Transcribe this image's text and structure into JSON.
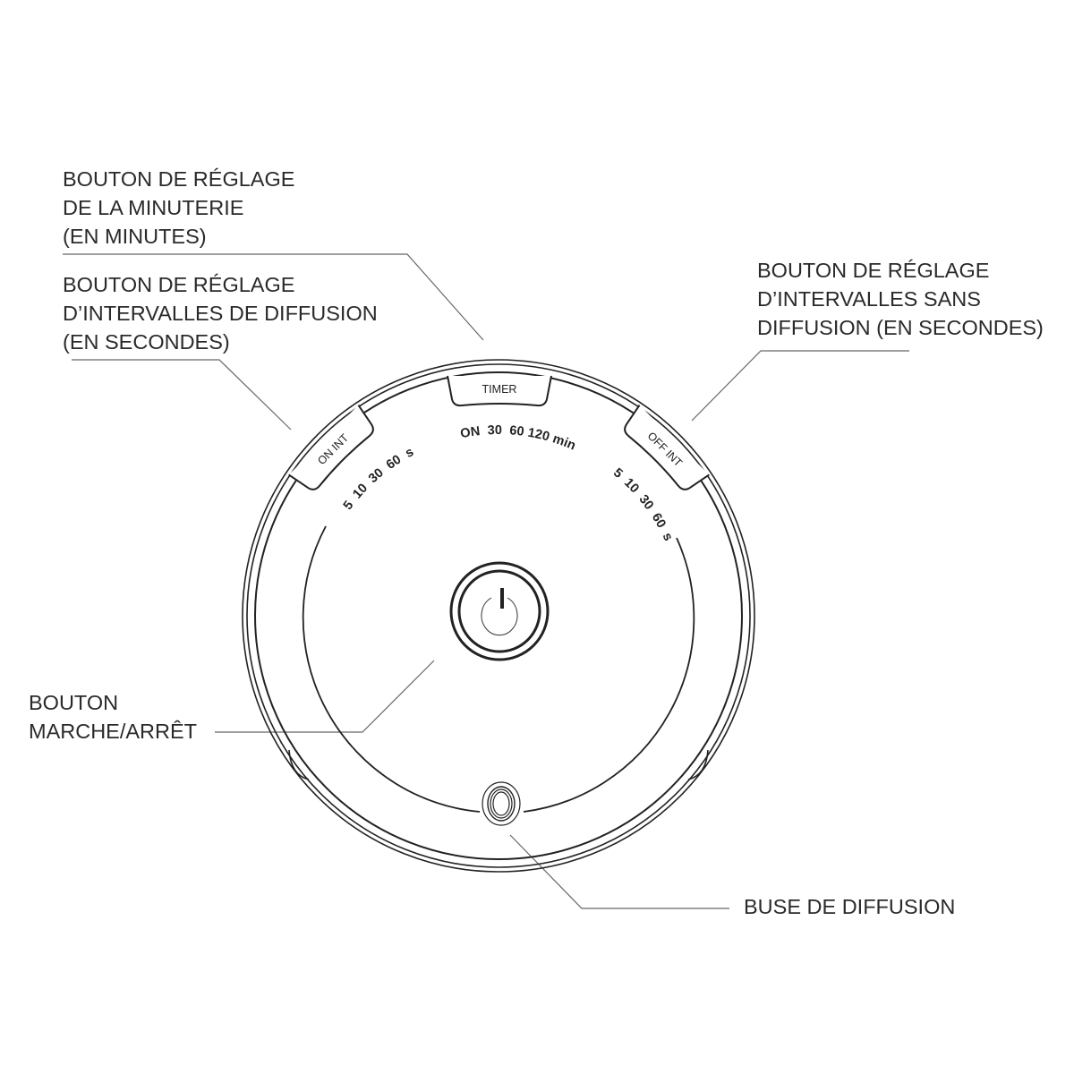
{
  "labels": {
    "timer_button": [
      "BOUTON DE RÉGLAGE",
      "DE LA MINUTERIE",
      "(EN MINUTES)"
    ],
    "on_interval_button": [
      "BOUTON DE RÉGLAGE",
      "D’INTERVALLES DE DIFFUSION",
      "(EN SECONDES)"
    ],
    "off_interval_button": [
      "BOUTON DE RÉGLAGE",
      "D’INTERVALLES SANS",
      "DIFFUSION (EN SECONDES)"
    ],
    "power_button": [
      "BOUTON",
      "MARCHE/ARRÊT"
    ],
    "nozzle": [
      "BUSE DE DIFFUSION"
    ]
  },
  "device": {
    "timer_tab": "TIMER",
    "timer_scale": "ON  30  60 120 min",
    "on_int_tab": "ON INT",
    "on_int_scale": "5  10  30  60  s",
    "off_int_tab": "OFF INT",
    "off_int_scale": "5  10  30  60  s"
  },
  "colors": {
    "line": "#222222",
    "leader": "#555555",
    "text": "#2a2a2a"
  }
}
